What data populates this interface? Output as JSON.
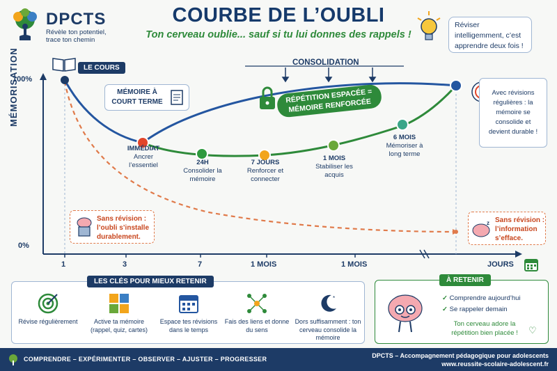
{
  "brand": {
    "name": "DPCTS",
    "tagline": "Révèle ton potentiel, trace ton chemin"
  },
  "header": {
    "title": "COURBE DE L’OUBLI",
    "subtitle": "Ton cerveau oublie... sauf si tu lui donnes des rappels !"
  },
  "tip": "Réviser intelligemment, c’est apprendre deux fois !",
  "chart": {
    "y_title": "MÉMORISATION",
    "y_top": "100%",
    "y_bottom": "0%",
    "x_ticks": [
      "1",
      "3",
      "7",
      "1 MOIS",
      "1 MOIS",
      "JOURS"
    ],
    "course_label": "LE COURS",
    "short_term": "MÉMOIRE À COURT TERME",
    "consolidation": "CONSOLIDATION",
    "spaced": "RÉPÉTITION ESPACÉE = MÉMOIRE RENFORCÉE",
    "with_review": "Avec révisions régulières : la mémoire se consolide et devient durable !",
    "no_review_left": "Sans révision : l’oubli s’installe durablement.",
    "no_review_right": "Sans révision : l’information s’efface.",
    "points": [
      {
        "title": "IMMÉDIAT",
        "desc": "Ancrer l’essentiel",
        "color": "#e2462a"
      },
      {
        "title": "24H",
        "desc": "Consolider la mémoire",
        "color": "#2e9a3e"
      },
      {
        "title": "7 JOURS",
        "desc": "Renforcer et connecter",
        "color": "#f2a51c"
      },
      {
        "title": "1 MOIS",
        "desc": "Stabiliser les acquis",
        "color": "#6aa83a"
      },
      {
        "title": "6 MOIS",
        "desc": "Mémoriser à long terme",
        "color": "#3aa688"
      }
    ]
  },
  "keys": {
    "title": "LES CLÉS POUR MIEUX RETENIR",
    "items": [
      {
        "label": "Révise régulièrement"
      },
      {
        "label": "Active ta mémoire (rappel, quiz, cartes)"
      },
      {
        "label": "Espace tes révisions dans le temps"
      },
      {
        "label": "Fais des liens et donne du sens"
      },
      {
        "label": "Dors suffisamment : ton cerveau consolide la mémoire"
      }
    ]
  },
  "retain": {
    "title": "À RETENIR",
    "items": [
      "Comprendre aujourd’hui",
      "Se rappeler demain"
    ],
    "closing": "Ton cerveau adore la répétition bien placée !"
  },
  "footer": {
    "left": "COMPRENDRE – EXPÉRIMENTER – OBSERVER – AJUSTER – PROGRESSER",
    "right_title": "DPCTS – Accompagnement pédagogique pour adolescents",
    "right_url": "www.reussite-scolaire-adolescent.fr"
  },
  "colors": {
    "navy": "#1d3b66",
    "green": "#2e8a3a",
    "orange": "#e07a4a"
  }
}
